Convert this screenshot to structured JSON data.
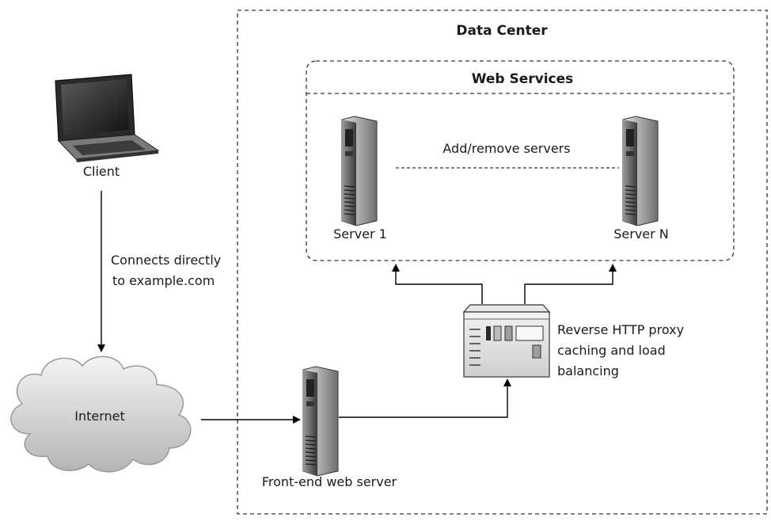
{
  "data_center": {
    "title": "Data Center"
  },
  "web_services": {
    "title": "Web Services",
    "link_label": "Add/remove servers"
  },
  "client": {
    "label": "Client",
    "connection_label": [
      "Connects directly",
      "to example.com"
    ]
  },
  "internet": {
    "label": "Internet"
  },
  "front_end": {
    "label": "Front-end web server"
  },
  "proxy": {
    "label": [
      "Reverse HTTP proxy",
      "caching and load",
      "balancing"
    ]
  },
  "servers": [
    {
      "label": "Server 1"
    },
    {
      "label": "Server N"
    }
  ]
}
